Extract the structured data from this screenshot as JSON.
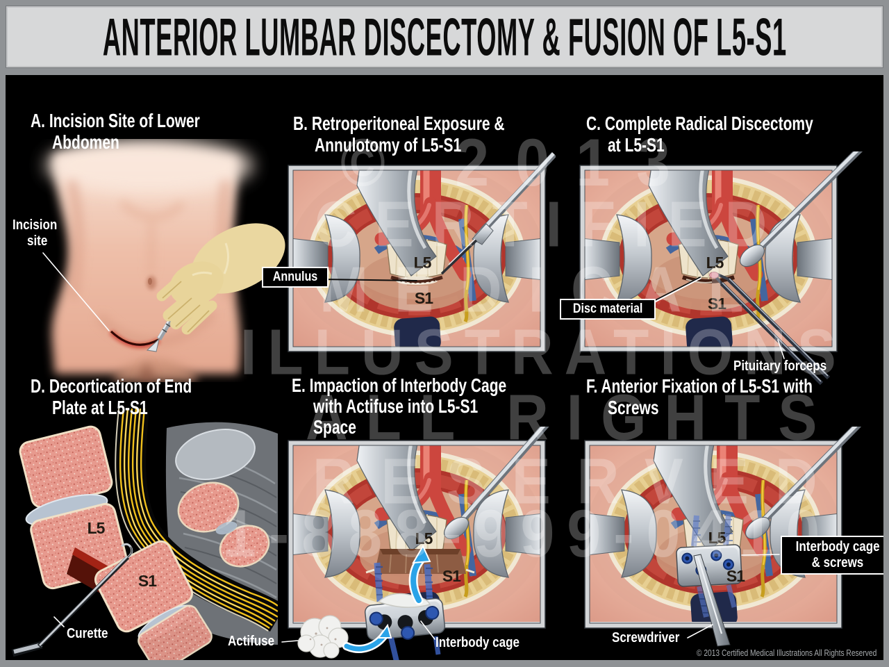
{
  "title": "ANTERIOR LUMBAR DISCECTOMY & FUSION OF L5-S1",
  "watermark": [
    "© 2013",
    "CERTIFIED",
    "MEDICAL",
    "ILLUSTRATIONS",
    "ALL RIGHTS",
    "RESERVED",
    "1-888-999-0410"
  ],
  "footer": "© 2013 Certified Medical Illustrations All Rights Reserved",
  "panels": {
    "a": {
      "heading": [
        "A. Incision Site of Lower",
        "Abdomen"
      ],
      "incision_label": [
        "Incision",
        "site"
      ]
    },
    "b": {
      "heading": [
        "B. Retroperitoneal Exposure &",
        "Annulotomy of L5-S1"
      ],
      "annulus_label": "Annulus",
      "l5": "L5",
      "s1": "S1"
    },
    "c": {
      "heading": [
        "C. Complete Radical Discectomy",
        "at L5-S1"
      ],
      "disc_label": "Disc material",
      "forceps_label": "Pituitary forceps",
      "l5": "L5",
      "s1": "S1"
    },
    "d": {
      "heading": [
        "D. Decortication of End",
        "Plate at L5-S1"
      ],
      "curette_label": "Curette",
      "l5": "L5",
      "s1": "S1"
    },
    "e": {
      "heading": [
        "E. Impaction of Interbody Cage",
        "with Actifuse into L5-S1",
        "Space"
      ],
      "actifuse_label": "Actifuse",
      "cage_label": "Interbody cage",
      "l5": "L5",
      "s1": "S1"
    },
    "f": {
      "heading": [
        "F. Anterior Fixation of L5-S1 with",
        "Screws"
      ],
      "cage_screws_label": [
        "Interbody cage",
        "& screws"
      ],
      "screwdriver_label": "Screwdriver",
      "l5": "L5",
      "s1": "S1"
    }
  },
  "colors": {
    "background": "#000000",
    "title_bg": "#d7d8d9",
    "frame_gray": "#d3d5d7",
    "skin_pink": "#e9b3a0",
    "muscle_red": "#b0352c",
    "artery_red": "#cc463e",
    "vein_blue": "#4a6fae",
    "fat_yellow": "#e7cf92",
    "bone_cream": "#eee3cb",
    "nerve_yellow": "#f0c01c",
    "arrow_blue": "#2aa3e8",
    "screw_blue": "#2e57b0",
    "glove_yellow": "#ead7a0"
  }
}
